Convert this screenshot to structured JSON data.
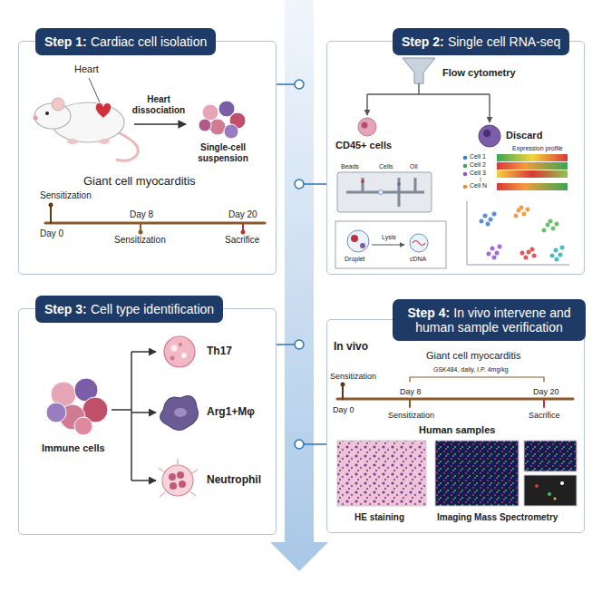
{
  "diagram": {
    "nodes": [
      {
        "text": [
          "Step 1:",
          "Cardiac cell isolation"
        ]
      },
      {
        "text": [
          "Step 2:",
          "Single cell RNA-seq"
        ]
      },
      {
        "text": [
          "Step 3:",
          "Cell type identification"
        ]
      },
      {
        "text": [
          "Step 4:",
          "In vivo intervene and human sample verification"
        ]
      }
    ],
    "labels": [
      "Heart",
      "Heart dissociation",
      "Single-cell suspension",
      "Giant cell myocarditis",
      "Sensitization",
      "Day 0",
      "Day 8",
      "Sensitization",
      "Day 20",
      "Sacrifice",
      "Flow cytometry",
      "CD45+ cells",
      "Discard",
      "Expression profile",
      "Cell 1",
      "Cell 2",
      "Cell 3",
      "Cell N",
      "Beads",
      "Cells",
      "Oil",
      "Droplet",
      "Lysis",
      "cDNA",
      "Immune cells",
      "Th17",
      "Arg1+Mφ",
      "Neutrophil",
      "In vivo",
      "Giant cell myocarditis",
      "Sensitization",
      "GSK484, daily, I.P. 4mg/kg",
      "Day 0",
      "Day 8",
      "Sensitization",
      "Day 20",
      "Sacrifice",
      "Human samples",
      "HE staining",
      "Imaging Mass Spectrometry"
    ]
  }
}
